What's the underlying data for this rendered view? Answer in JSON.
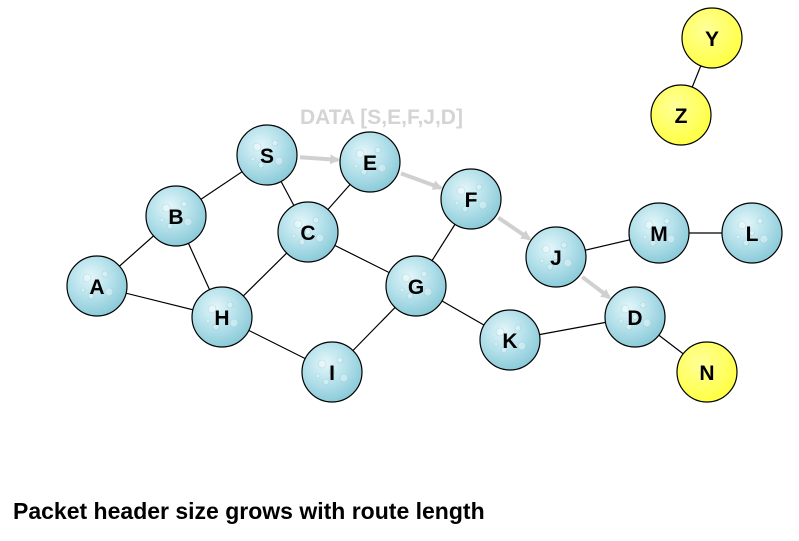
{
  "caption": "Packet header size grows with route length",
  "packet_label": "DATA [S,E,F,J,D]",
  "colors": {
    "node_fill": "#a8dbe6",
    "node_fill_light": "#d9f1f6",
    "highlight_fill": "#ffff66",
    "edge": "#000000",
    "route_arrow": "#d0d0d0"
  },
  "nodes": [
    {
      "id": "Y",
      "label": "Y",
      "style": "highlight"
    },
    {
      "id": "Z",
      "label": "Z",
      "style": "highlight"
    },
    {
      "id": "S",
      "label": "S",
      "style": "normal"
    },
    {
      "id": "E",
      "label": "E",
      "style": "normal"
    },
    {
      "id": "F",
      "label": "F",
      "style": "normal"
    },
    {
      "id": "B",
      "label": "B",
      "style": "normal"
    },
    {
      "id": "C",
      "label": "C",
      "style": "normal"
    },
    {
      "id": "M",
      "label": "M",
      "style": "normal"
    },
    {
      "id": "L",
      "label": "L",
      "style": "normal"
    },
    {
      "id": "J",
      "label": "J",
      "style": "normal"
    },
    {
      "id": "A",
      "label": "A",
      "style": "normal"
    },
    {
      "id": "G",
      "label": "G",
      "style": "normal"
    },
    {
      "id": "H",
      "label": "H",
      "style": "normal"
    },
    {
      "id": "D",
      "label": "D",
      "style": "normal"
    },
    {
      "id": "K",
      "label": "K",
      "style": "normal"
    },
    {
      "id": "I",
      "label": "I",
      "style": "normal"
    },
    {
      "id": "N",
      "label": "N",
      "style": "highlight"
    }
  ],
  "edges": [
    [
      "Y",
      "Z"
    ],
    [
      "S",
      "B"
    ],
    [
      "S",
      "C"
    ],
    [
      "E",
      "C"
    ],
    [
      "B",
      "A"
    ],
    [
      "B",
      "H"
    ],
    [
      "A",
      "H"
    ],
    [
      "C",
      "H"
    ],
    [
      "C",
      "G"
    ],
    [
      "H",
      "I"
    ],
    [
      "I",
      "G"
    ],
    [
      "G",
      "F"
    ],
    [
      "G",
      "K"
    ],
    [
      "K",
      "D"
    ],
    [
      "J",
      "M"
    ],
    [
      "M",
      "L"
    ],
    [
      "D",
      "N"
    ]
  ],
  "route_arrows": [
    [
      "S",
      "E"
    ],
    [
      "E",
      "F"
    ],
    [
      "F",
      "J"
    ],
    [
      "J",
      "D"
    ]
  ]
}
